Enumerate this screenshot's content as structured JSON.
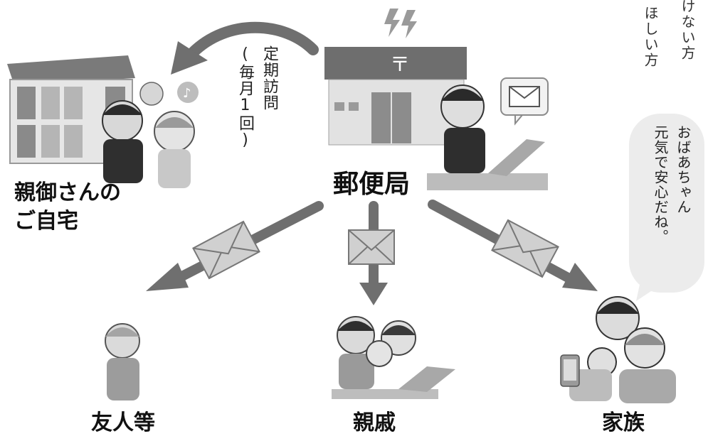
{
  "labels": {
    "post_office": "郵便局",
    "parents_home_line1": "親御さんの",
    "parents_home_line2": "ご自宅",
    "friends": "友人等",
    "relatives": "親戚",
    "family": "家族"
  },
  "visit_note": {
    "line1": "定期訪問",
    "line2": "(毎月1回)"
  },
  "top_right_text": {
    "col1": "けない方",
    "col2": "ほしい方"
  },
  "speech_bubble": {
    "line1": "おばあちゃん",
    "line2": "元気で安心だね。"
  },
  "colors": {
    "arrow": "#6f6f6f",
    "envelope": "#d0d0d0",
    "text": "#1a1a1a"
  }
}
